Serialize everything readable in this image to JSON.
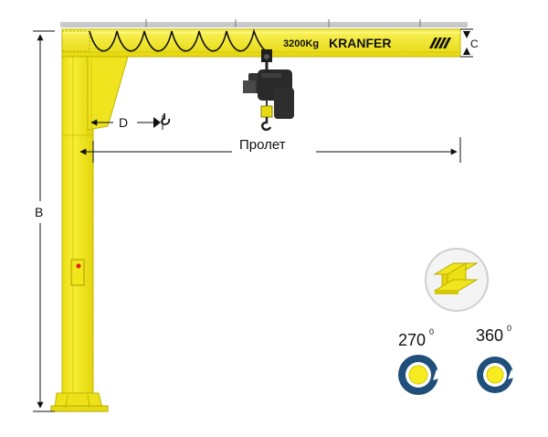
{
  "boom": {
    "capacity_label": "3200Kg",
    "brand_label": "KRANFER"
  },
  "dimensions": {
    "height_label": "B",
    "reach_label": "D",
    "span_label": "Пролет",
    "boom_height_label": "C"
  },
  "rotation": [
    {
      "angle": "270",
      "unit": "0"
    },
    {
      "angle": "360",
      "unit": "0"
    }
  ],
  "colors": {
    "crane_yellow": "#f4ea1e",
    "crane_outline": "#bfb400",
    "hoist_dark": "#2a2a2a",
    "rotation_blue": "#1f4f7a",
    "rail_grey": "#b8b8b8"
  },
  "icons": [
    "electric-chain-hoist-icon",
    "beam-profile-icon",
    "rotation-270-icon",
    "rotation-360-icon",
    "hook-icon"
  ]
}
